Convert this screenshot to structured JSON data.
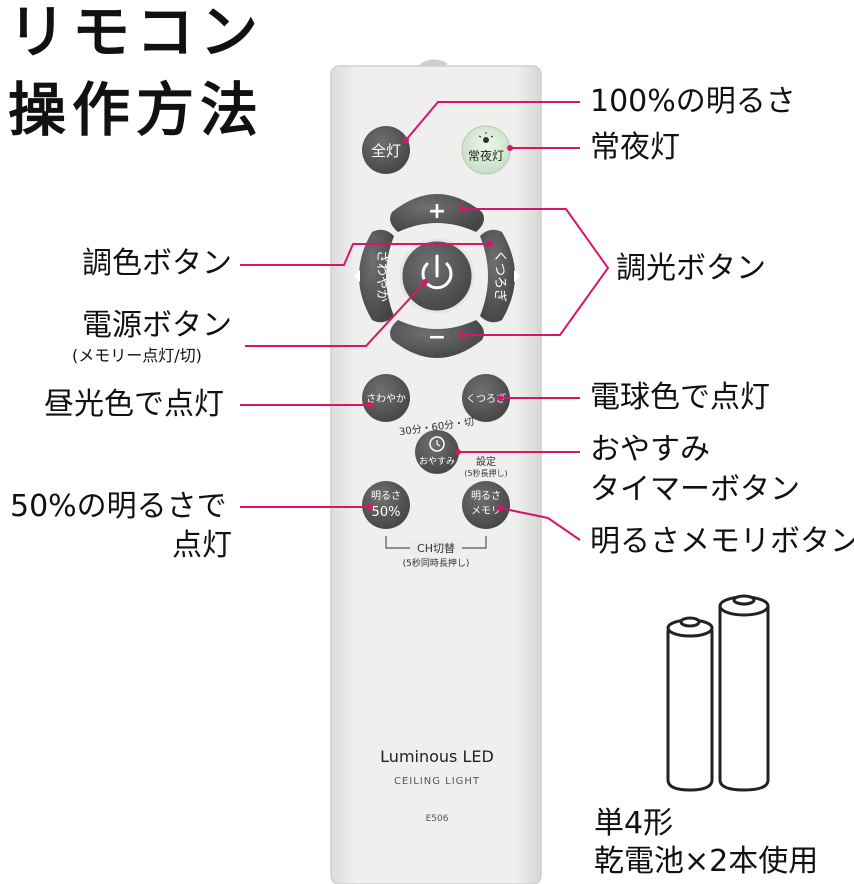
{
  "title": {
    "line1": "リモコン",
    "line2": "操作方法"
  },
  "remote": {
    "buttons": {
      "full_on": "全灯",
      "night_light": "常夜灯",
      "plus": "+",
      "minus": "−",
      "sawayaka_side": "さわやか",
      "kutsurogi_side": "くつろぎ",
      "sawayaka": "さわやか",
      "kutsurogi": "くつろぎ",
      "oyasumi": "おやすみ",
      "bright50_line1": "明るさ",
      "bright50_line2": "50%",
      "memory_line1": "明るさ",
      "memory_line2": "メモリ"
    },
    "timer_label": "30分・60分・切",
    "setting_label_line1": "設定",
    "setting_label_line2": "(5秒長押し)",
    "ch_label_line1": "CH切替",
    "ch_label_line2": "(5秒同時長押し)",
    "brand": "Luminous LED",
    "subtitle": "CEILING LIGHT",
    "model": "E506"
  },
  "callouts": {
    "full_brightness": "100%の明るさ",
    "night_light": "常夜灯",
    "color_adjust": "調色ボタン",
    "dimmer": "調光ボタン",
    "power_line1": "電源ボタン",
    "power_line2": "(メモリー点灯/切)",
    "daylight": "昼光色で点灯",
    "bulb_color": "電球色で点灯",
    "sleep_line1": "おやすみ",
    "sleep_line2": "タイマーボタン",
    "half_line1": "50%の明るさで",
    "half_line2": "点灯",
    "memory": "明るさメモリボタン"
  },
  "battery": {
    "line1": "単4形",
    "line2": "乾電池×2本使用"
  },
  "colors": {
    "accent": "#d6166e",
    "button": "#555555",
    "remote_body": "#ececea",
    "night_glow": "#d9ead8"
  }
}
